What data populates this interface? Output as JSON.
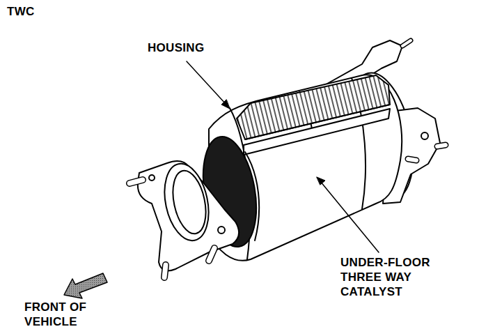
{
  "diagram": {
    "title": "TWC",
    "labels": [
      "HOUSING",
      "UNDER-FLOOR THREE WAY CATALYST",
      "FRONT OF VEHICLE"
    ]
  }
}
